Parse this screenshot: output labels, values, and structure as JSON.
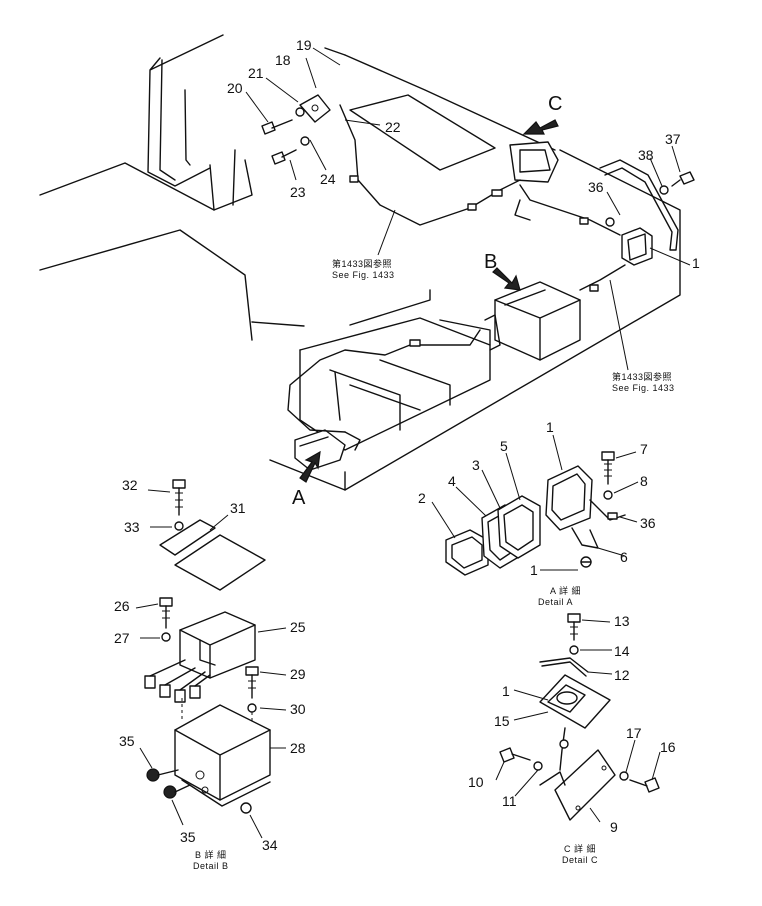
{
  "callouts": {
    "n1": "1",
    "n2": "2",
    "n3": "3",
    "n4": "4",
    "n5": "5",
    "n6": "6",
    "n7": "7",
    "n8": "8",
    "n9": "9",
    "n10": "10",
    "n11": "11",
    "n12": "12",
    "n13": "13",
    "n14": "14",
    "n15": "15",
    "n16": "16",
    "n17": "17",
    "n18": "18",
    "n19": "19",
    "n20": "20",
    "n21": "21",
    "n22": "22",
    "n23": "23",
    "n24": "24",
    "n25": "25",
    "n26": "26",
    "n27": "27",
    "n28": "28",
    "n29": "29",
    "n30": "30",
    "n31": "31",
    "n32": "32",
    "n33": "33",
    "n34": "34",
    "n35": "35",
    "n36": "36",
    "n37": "37",
    "n38": "38"
  },
  "view_letters": {
    "a": "A",
    "b": "B",
    "c": "C"
  },
  "references": {
    "see_fig_jp": "第1433図参照",
    "see_fig_en": "See Fig. 1433"
  },
  "details": {
    "a_jp": "A 詳 細",
    "a_en": "Detail A",
    "b_jp": "B 詳 細",
    "b_en": "Detail B",
    "c_jp": "C 詳 細",
    "c_en": "Detail C"
  }
}
